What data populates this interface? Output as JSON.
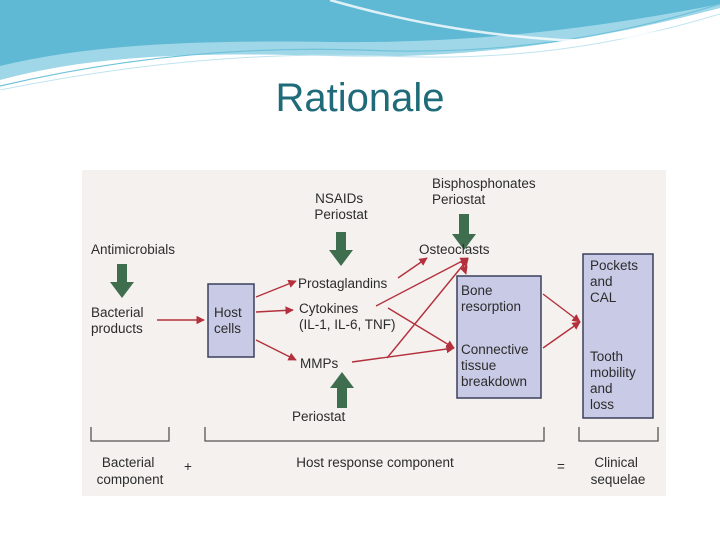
{
  "slide": {
    "title": "Rationale"
  },
  "diagram": {
    "drugs": {
      "antimicrobials": "Antimicrobials",
      "nsaids": [
        "NSAIDs",
        "Periostat"
      ],
      "bisphosphonates": [
        "Bisphosphonates",
        "Periostat"
      ],
      "periostat_bottom": "Periostat"
    },
    "nodes": {
      "bacterial_products": [
        "Bacterial",
        "products"
      ],
      "host_cells": [
        "Host",
        "cells"
      ],
      "prostaglandins": "Prostaglandins",
      "cytokines": [
        "Cytokines",
        "(IL-1, IL-6, TNF)"
      ],
      "mmps": "MMPs",
      "osteoclasts": "Osteoclasts",
      "bone_resorption": [
        "Bone",
        "resorption"
      ],
      "connective_tissue": [
        "Connective",
        "tissue",
        "breakdown"
      ],
      "pockets": [
        "Pockets",
        "and",
        "CAL"
      ],
      "tooth_mobility": [
        "Tooth",
        "mobility",
        "and",
        "loss"
      ]
    },
    "components": {
      "bacterial": [
        "Bacterial",
        "component"
      ],
      "plus": "+",
      "host_response": "Host response component",
      "equals": "=",
      "clinical": [
        "Clinical",
        "sequelae"
      ]
    },
    "colors": {
      "box_fill": "#c9cbe6",
      "box_stroke": "#3b3f5c",
      "arrow_red": "#b3303c",
      "green_arrow": "#3f6e4e",
      "title": "#1f6b7a",
      "background": "#f4f1ee"
    }
  }
}
